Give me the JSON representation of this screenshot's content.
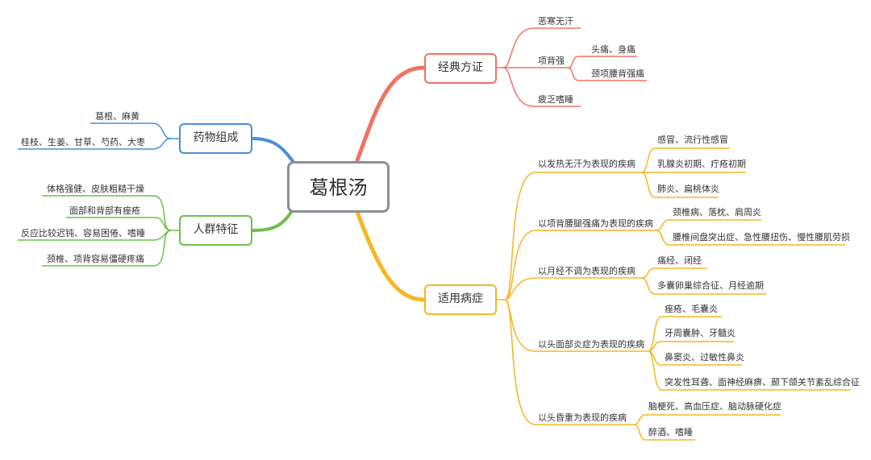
{
  "root": "葛根汤",
  "colors": {
    "classic": "#f07363",
    "drug": "#4a8fd6",
    "people": "#6cc04a",
    "disease": "#f5b722",
    "root_border": "#8a8f97"
  },
  "classic": {
    "title": "经典方证",
    "items": {
      "chills": "恶寒无汗",
      "neck": "项背强",
      "neck_a": "头痛、身痛",
      "neck_b": "颈项腰背强痛",
      "fatigue": "疲乏嗜睡"
    }
  },
  "drug": {
    "title": "药物组成",
    "items": [
      "葛根、麻黄",
      "桂枝、生姜、甘草、芍药、大枣"
    ]
  },
  "people": {
    "title": "人群特征",
    "items": [
      "体格强健、皮肤粗糙干燥",
      "面部和背部有痤疮",
      "反应比较迟钝、容易困倦、嗜睡",
      "颈椎、项背容易僵硬疼痛"
    ]
  },
  "disease": {
    "title": "适用病症",
    "groups": [
      {
        "label": "以发热无汗为表现的疾病",
        "items": [
          "感冒、流行性感冒",
          "乳腺炎初期、疔疮初期",
          "肺炎、扁桃体炎"
        ]
      },
      {
        "label": "以项背腰腿强痛为表现的疾病",
        "items": [
          "颈椎病、落枕、肩周炎",
          "腰椎间盘突出症、急性腰扭伤、慢性腰肌劳损"
        ]
      },
      {
        "label": "以月经不调为表现的疾病",
        "items": [
          "痛经、闭经",
          "多囊卵巢综合征、月经逾期"
        ]
      },
      {
        "label": "以头面部炎症为表现的疾病",
        "items": [
          "痤疮、毛囊炎",
          "牙周囊肿、牙髓炎",
          "鼻窦炎、过敏性鼻炎",
          "突发性耳聋、面神经麻痹、颞下颌关节紊乱综合征"
        ]
      },
      {
        "label": "以头昏重为表现的疾病",
        "items": [
          "脑梗死、高血压症、脑动脉硬化症",
          "醉酒、嗜睡"
        ]
      }
    ]
  }
}
